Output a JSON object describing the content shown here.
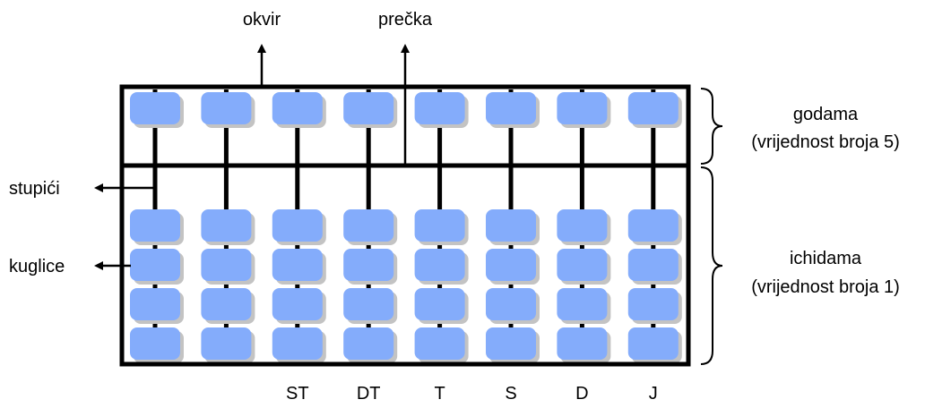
{
  "labels": {
    "frame": "okvir",
    "beam": "prečka",
    "rods": "stupići",
    "beads": "kuglice"
  },
  "sections": {
    "upper": {
      "name": "godama",
      "value": "(vrijednost broja 5)"
    },
    "lower": {
      "name": "ichidama",
      "value": "(vrijednost broja 1)"
    }
  },
  "columns": [
    {
      "label": ""
    },
    {
      "label": ""
    },
    {
      "label": "ST"
    },
    {
      "label": "DT"
    },
    {
      "label": "T"
    },
    {
      "label": "S"
    },
    {
      "label": "D"
    },
    {
      "label": "J"
    }
  ],
  "beads": {
    "upper_per_rod": 1,
    "lower_per_rod": 4
  },
  "colors": {
    "bead_fill": "#84acfb",
    "bead_shadow": "#c3c3c3",
    "line": "#000000"
  }
}
